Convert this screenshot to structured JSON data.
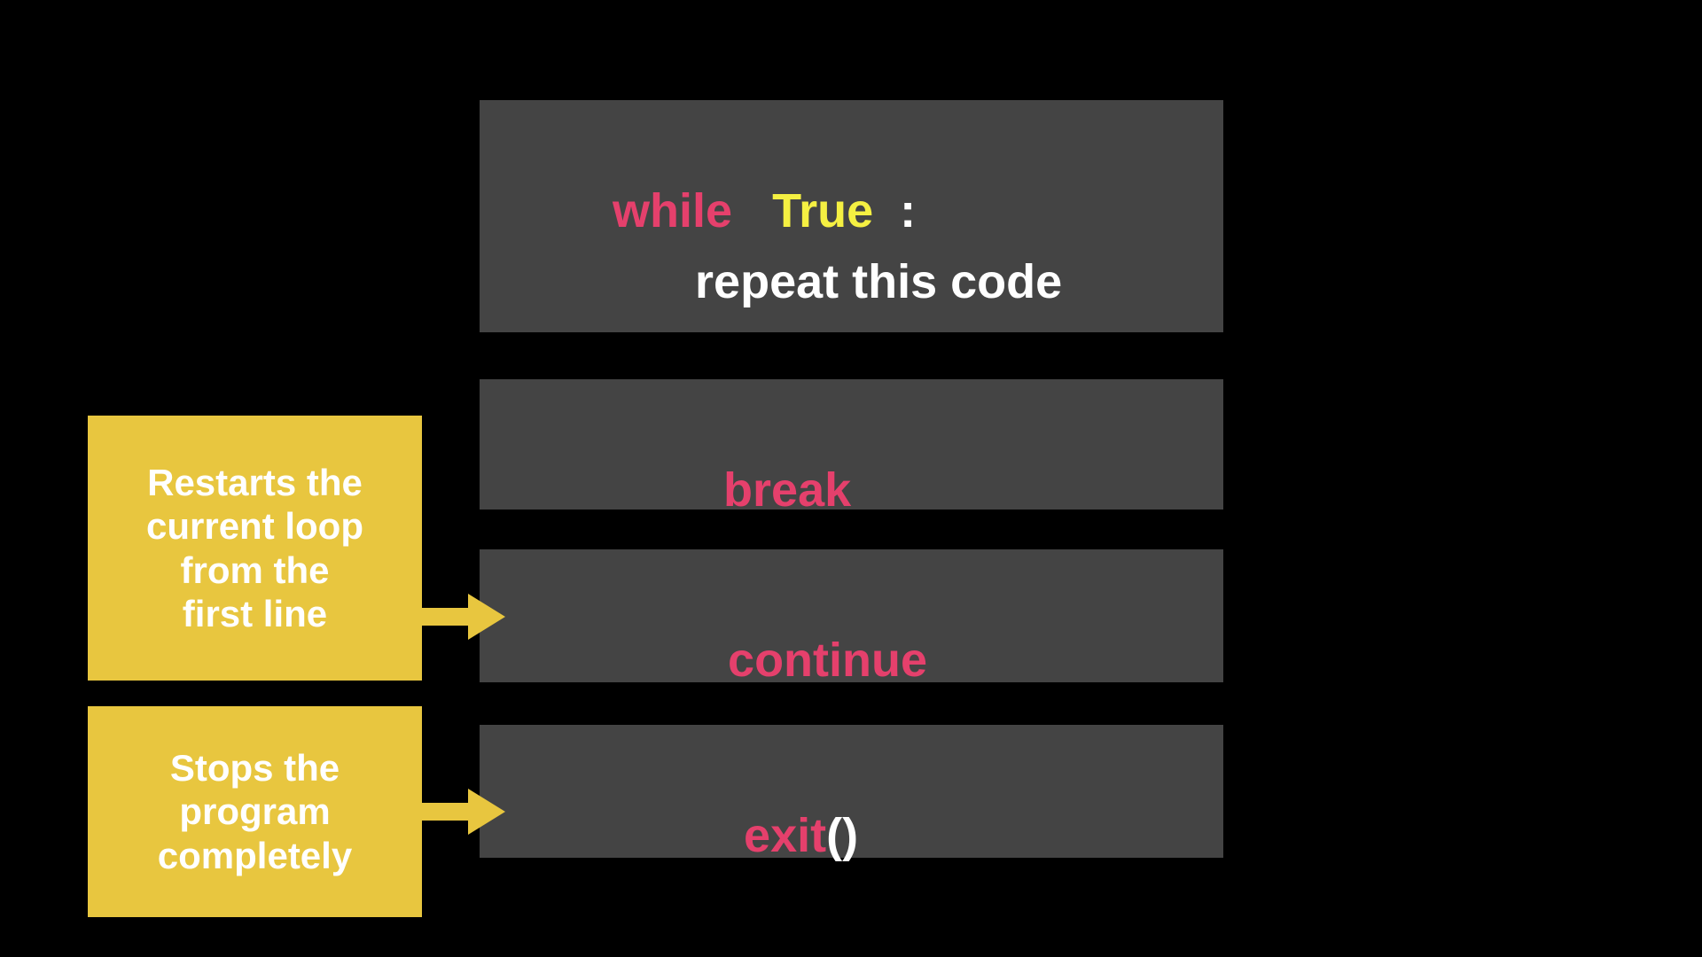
{
  "colors": {
    "background": "#000000",
    "code_block": "#444444",
    "keyword_pink": "#e5406c",
    "builtin_yellow": "#f5f042",
    "callout_yellow": "#e8c63f",
    "text_white": "#ffffff",
    "arrow_yellow": "#e8c63f"
  },
  "code_blocks": [
    {
      "name": "while-loop-block",
      "lines": [
        {
          "tokens": [
            {
              "text": "while",
              "kind": "keyword"
            },
            {
              "text": "   ",
              "kind": "plain"
            },
            {
              "text": "True",
              "kind": "builtin"
            },
            {
              "text": "  ",
              "kind": "plain"
            },
            {
              "text": ":",
              "kind": "plain"
            }
          ]
        },
        {
          "tokens": [
            {
              "text": "repeat this code",
              "kind": "plain"
            }
          ]
        }
      ]
    },
    {
      "name": "break-block",
      "lines": [
        {
          "tokens": [
            {
              "text": "break",
              "kind": "keyword"
            }
          ]
        }
      ]
    },
    {
      "name": "continue-block",
      "lines": [
        {
          "tokens": [
            {
              "text": "continue",
              "kind": "keyword"
            }
          ]
        }
      ]
    },
    {
      "name": "exit-block",
      "lines": [
        {
          "tokens": [
            {
              "text": "exit",
              "kind": "keyword"
            },
            {
              "text": "()",
              "kind": "plain"
            }
          ]
        }
      ]
    }
  ],
  "callouts": {
    "continue": {
      "text": "Restarts the\ncurrent loop\nfrom the\nfirst line",
      "target": "continue"
    },
    "exit": {
      "text": "Stops the\nprogram\ncompletely",
      "target": "exit()"
    }
  },
  "arrows": [
    {
      "name": "arrow-to-continue",
      "direction": "right"
    },
    {
      "name": "arrow-to-exit",
      "direction": "right"
    }
  ]
}
